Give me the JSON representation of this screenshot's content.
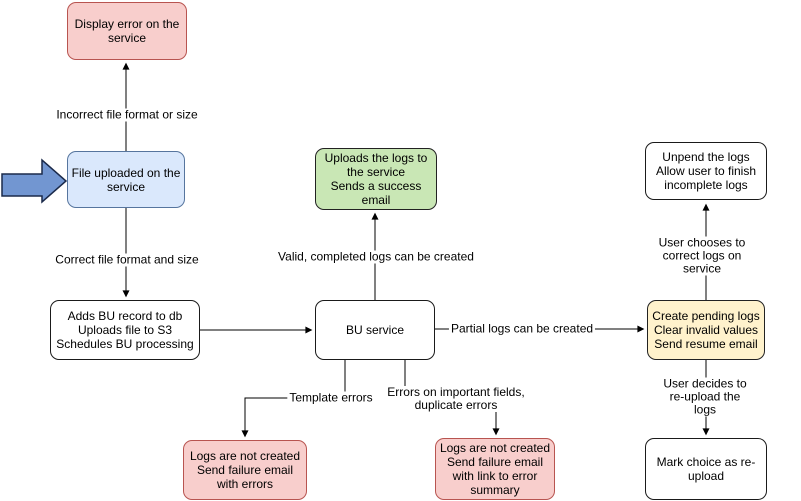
{
  "palette": {
    "pink_fill": "#f8cecc",
    "pink_stroke": "#b85450",
    "blue_fill": "#dae8fc",
    "blue_stroke": "#56759e",
    "green_fill": "#c9e7b5",
    "yellow_fill": "#fff2cc",
    "white_fill": "#ffffff",
    "dark_stroke": "#1a1a1a",
    "block_arrow_fill": "#7296d1",
    "block_arrow_stroke": "#1b2a4a",
    "edge_color": "#000000"
  },
  "nodes": {
    "display_error": {
      "label": "Display error on the\nservice"
    },
    "file_uploaded": {
      "label": "File uploaded on the\nservice"
    },
    "adds_bu_record": {
      "label": "Adds BU record to db\nUploads file to S3\nSchedules BU processing"
    },
    "uploads_logs": {
      "label": "Uploads the logs to\nthe service\nSends a success\nemail"
    },
    "bu_service": {
      "label": "BU service"
    },
    "create_pending": {
      "label": "Create pending logs\nClear invalid values\nSend resume email"
    },
    "unpend_logs": {
      "label": "Unpend the logs\nAllow user to finish\nincomplete logs"
    },
    "mark_choice": {
      "label": "Mark choice as re-\nupload"
    },
    "logs_not_created_errors": {
      "label": "Logs are not created\nSend failure email\nwith errors"
    },
    "logs_not_created_summary": {
      "label": "Logs are not created\nSend failure email\nwith link to error\nsummary"
    }
  },
  "edge_labels": {
    "incorrect_format": "Incorrect file format or size",
    "correct_format": "Correct file format and size",
    "valid_completed": "Valid, completed logs can be created",
    "partial_logs": "Partial logs can be created",
    "template_errors": "Template errors",
    "errors_important": "Errors on important fields,\nduplicate errors",
    "user_chooses": "User chooses to correct logs on service",
    "user_decides": "User decides to re-upload the logs"
  }
}
